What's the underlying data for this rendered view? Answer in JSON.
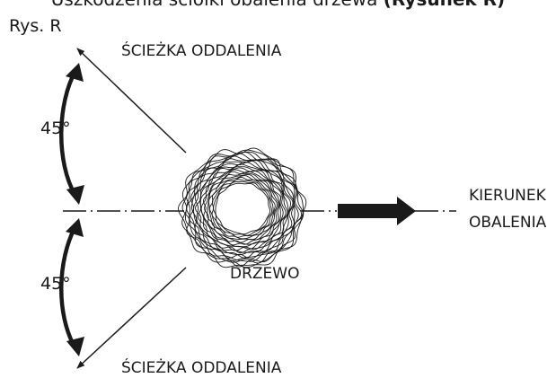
{
  "header": {
    "cropped_text": "Uszkodzenia ściółki obalenia drzewa",
    "cropped_bold": "(Rysunek R)"
  },
  "figure": {
    "label": "Rys. R",
    "retreat_top_label": "ŚCIEŻKA ODDALENIA",
    "retreat_bottom_label": "ŚCIEŻKA ODDALENIA",
    "angle_top_label": "45°",
    "angle_bottom_label": "45°",
    "direction_label_line1": "KIERUNEK",
    "direction_label_line2": "OBALENIA",
    "tree_label": "DRZEWO"
  },
  "colors": {
    "ink": "#1a1a1a",
    "background": "#ffffff"
  }
}
